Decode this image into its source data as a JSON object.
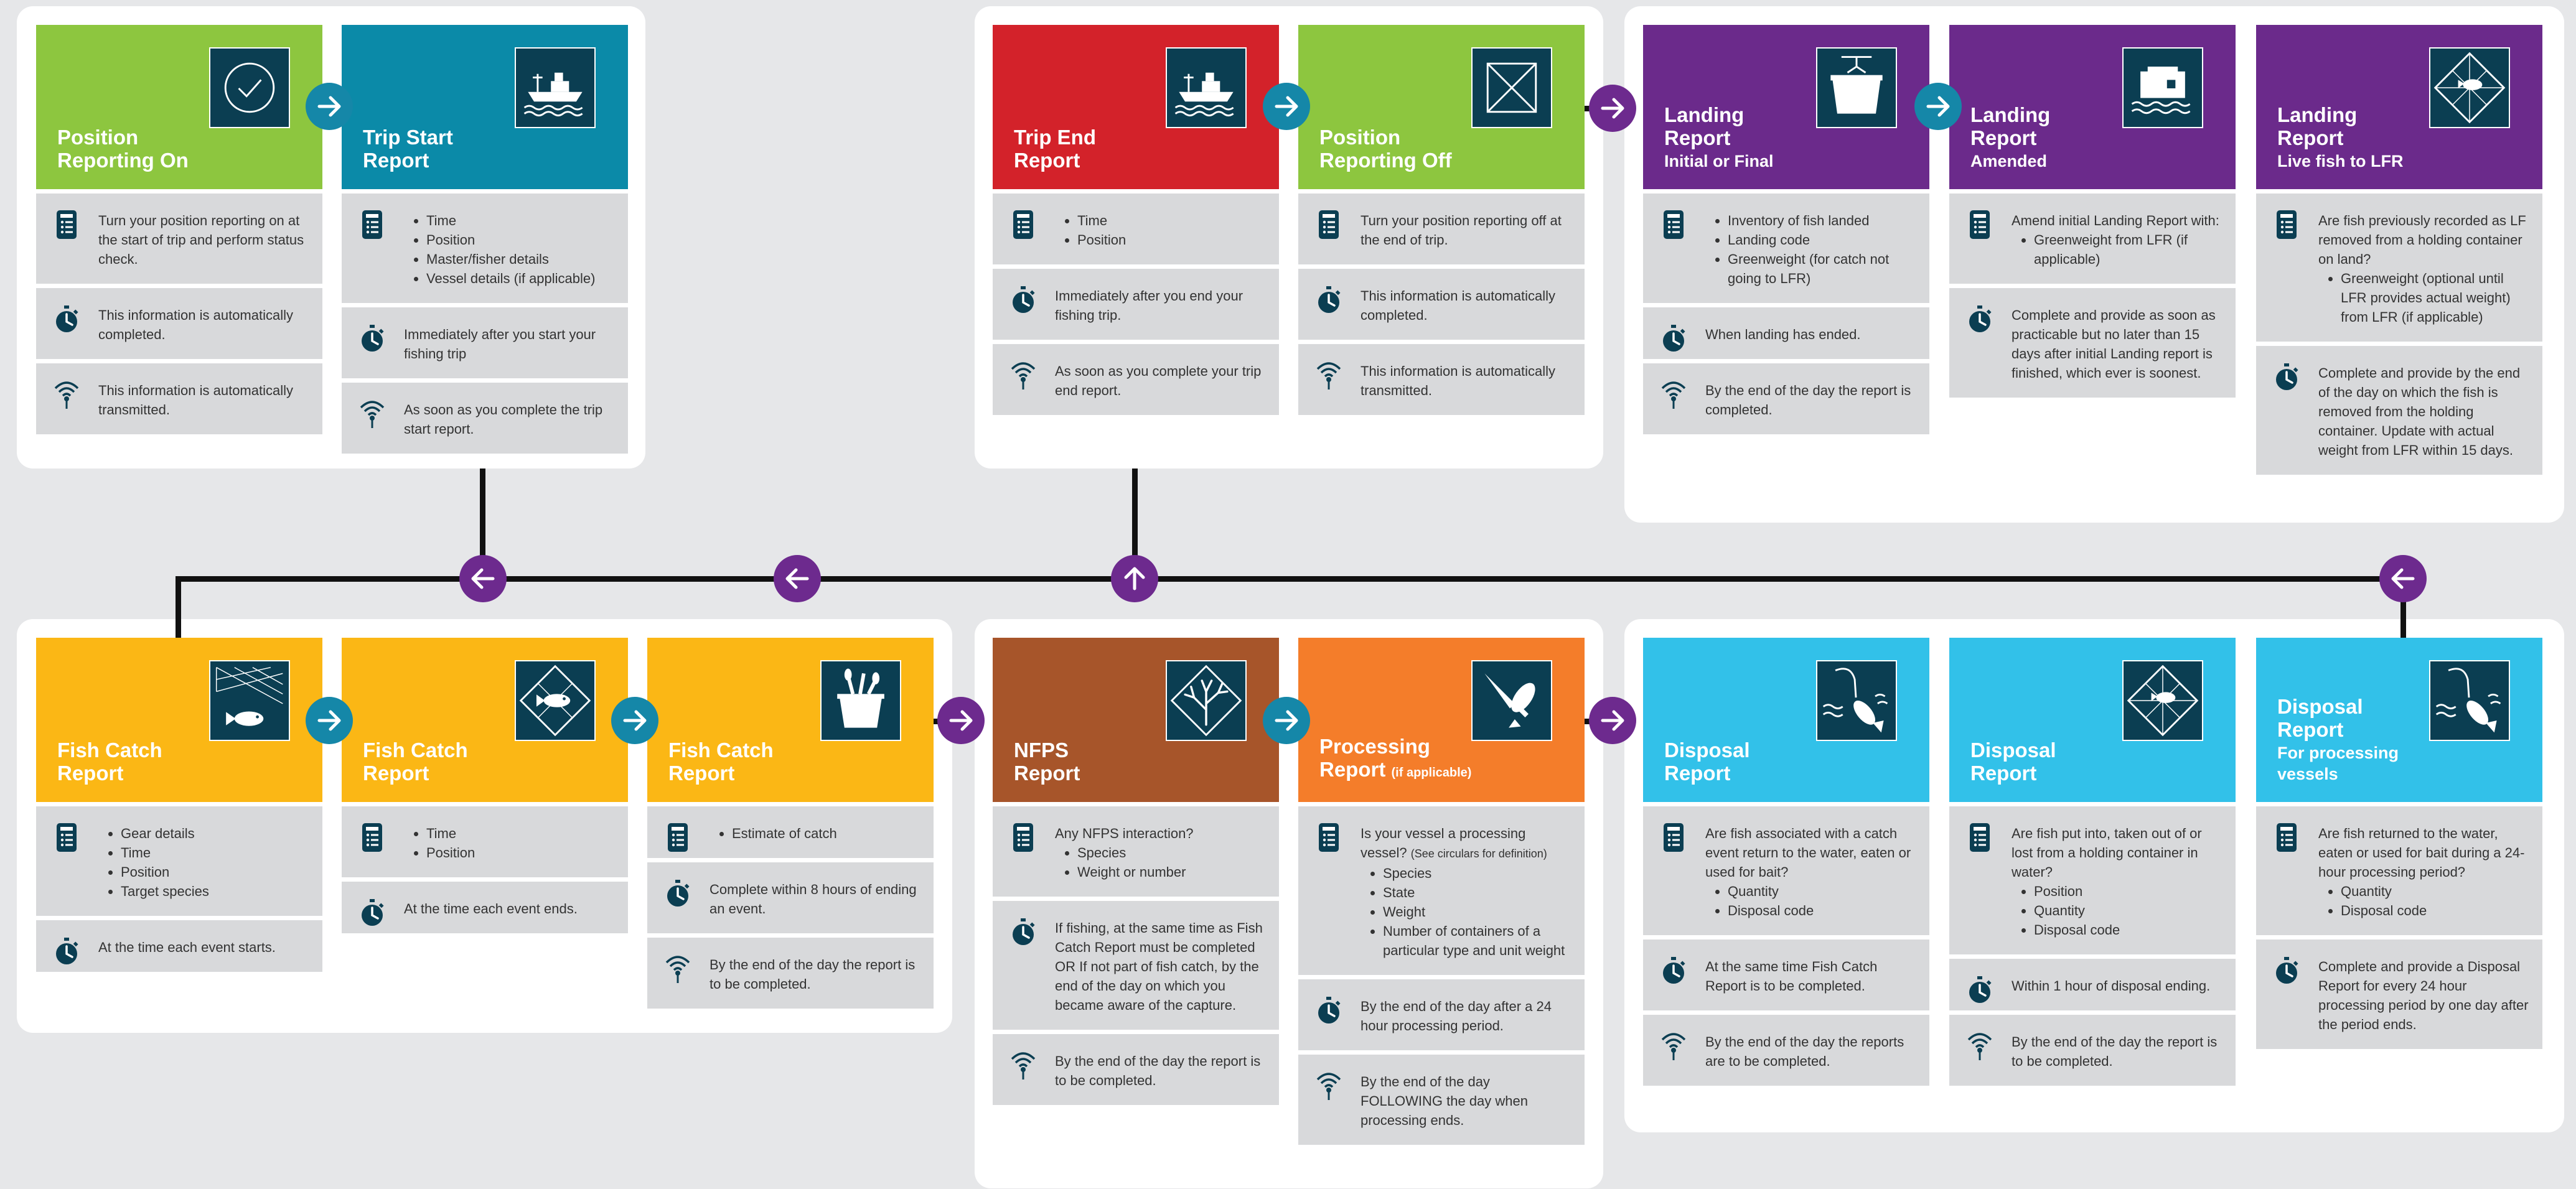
{
  "colors": {
    "green": "#8dc63f",
    "teal": "#0b8aa8",
    "red": "#d3222a",
    "purple": "#6b2a8b",
    "yellow": "#fbb715",
    "brown": "#a7552a",
    "orange": "#f47d2a",
    "cyan": "#32c1e9",
    "navy": "#0b3e52",
    "arrowTeal": "#1587a8",
    "arrowPurple": "#6d2a8e"
  },
  "cards": [
    {
      "id": "position-reporting-on",
      "color": "#8dc63f",
      "title": [
        "Position",
        "Reporting On"
      ],
      "subtitle": "",
      "icon": "checkmark-icon",
      "rows": [
        {
          "icon": "device-icon",
          "text": "Turn your position reporting on at the start of trip and perform status check.",
          "items": []
        },
        {
          "icon": "stopwatch-icon",
          "text": "This information is automatically completed.",
          "items": []
        },
        {
          "icon": "antenna-icon",
          "text": "This information is automatically transmitted.",
          "items": []
        }
      ]
    },
    {
      "id": "trip-start-report",
      "color": "#0b8aa8",
      "title": [
        "Trip Start",
        "Report"
      ],
      "subtitle": "",
      "icon": "boat-icon",
      "rows": [
        {
          "icon": "device-icon",
          "text": "",
          "items": [
            "Time",
            "Position",
            "Master/fisher details",
            "Vessel details (if applicable)"
          ]
        },
        {
          "icon": "stopwatch-icon",
          "text": "Immediately after you start your fishing trip",
          "items": []
        },
        {
          "icon": "antenna-icon",
          "text": "As soon as you complete the trip start report.",
          "items": []
        }
      ]
    },
    {
      "id": "trip-end-report",
      "color": "#d3222a",
      "title": [
        "Trip End",
        "Report"
      ],
      "subtitle": "",
      "icon": "boat-icon",
      "rows": [
        {
          "icon": "device-icon",
          "text": "",
          "items": [
            "Time",
            "Position"
          ]
        },
        {
          "icon": "stopwatch-icon",
          "text": "Immediately after you end your fishing trip.",
          "items": []
        },
        {
          "icon": "antenna-icon",
          "text": "As soon as you complete your trip end report.",
          "items": []
        }
      ]
    },
    {
      "id": "position-reporting-off",
      "color": "#8dc63f",
      "title": [
        "Position",
        "Reporting Off"
      ],
      "subtitle": "",
      "icon": "cross-box-icon",
      "rows": [
        {
          "icon": "device-icon",
          "text": "Turn your position reporting off at the end of trip.",
          "items": []
        },
        {
          "icon": "stopwatch-icon",
          "text": "This information is automatically completed.",
          "items": []
        },
        {
          "icon": "antenna-icon",
          "text": "This information is automatically transmitted.",
          "items": []
        }
      ]
    },
    {
      "id": "landing-report-initial",
      "color": "#6b2a8b",
      "title": [
        "Landing",
        "Report"
      ],
      "subtitle": "Initial or Final",
      "icon": "crane-bin-icon",
      "rows": [
        {
          "icon": "device-icon",
          "text": "",
          "items": [
            "Inventory of fish landed",
            "Landing code",
            "Greenweight (for catch not going to LFR)"
          ]
        },
        {
          "icon": "stopwatch-icon",
          "text": "When landing has ended.",
          "items": []
        },
        {
          "icon": "antenna-icon",
          "text": "By the end of the day the report is completed.",
          "items": []
        }
      ]
    },
    {
      "id": "landing-report-amended",
      "color": "#6b2a8b",
      "title": [
        "Landing",
        "Report"
      ],
      "subtitle": "Amended",
      "icon": "floating-house-icon",
      "rows": [
        {
          "icon": "device-icon",
          "text": "Amend initial Landing Report with:",
          "items": [
            "Greenweight from LFR (if applicable)"
          ]
        },
        {
          "icon": "stopwatch-icon",
          "text": "Complete and provide as soon as practicable but no later than 15 days after initial Landing report is finished, which ever is soonest.",
          "items": []
        }
      ]
    },
    {
      "id": "landing-report-live-fish",
      "color": "#6b2a8b",
      "title": [
        "Landing",
        "Report"
      ],
      "subtitle": "Live fish to LFR",
      "icon": "net-pot-icon",
      "rows": [
        {
          "icon": "device-icon",
          "text": "Are fish previously recorded as LF removed from a holding container on land?",
          "items": [
            "Greenweight (optional until LFR provides actual weight) from LFR (if applicable)"
          ]
        },
        {
          "icon": "stopwatch-icon",
          "text": "Complete and provide by the end of the day on which the fish is removed from the holding container. Update with actual weight from LFR within 15 days.",
          "items": []
        }
      ]
    },
    {
      "id": "fish-catch-report-1",
      "color": "#fbb715",
      "title": [
        "Fish Catch",
        "Report"
      ],
      "subtitle": "",
      "icon": "net-fish-icon",
      "rows": [
        {
          "icon": "device-icon",
          "text": "",
          "items": [
            "Gear details",
            "Time",
            "Position",
            "Target species"
          ]
        },
        {
          "icon": "stopwatch-icon",
          "text": "At the time each event starts.",
          "items": []
        }
      ]
    },
    {
      "id": "fish-catch-report-2",
      "color": "#fbb715",
      "title": [
        "Fish Catch",
        "Report"
      ],
      "subtitle": "",
      "icon": "fish-diamond-icon",
      "rows": [
        {
          "icon": "device-icon",
          "text": "",
          "items": [
            "Time",
            "Position"
          ]
        },
        {
          "icon": "stopwatch-icon",
          "text": "At the time each event ends.",
          "items": []
        }
      ]
    },
    {
      "id": "fish-catch-report-3",
      "color": "#fbb715",
      "title": [
        "Fish Catch",
        "Report"
      ],
      "subtitle": "",
      "icon": "bucket-icon",
      "rows": [
        {
          "icon": "device-icon",
          "text": "",
          "items": [
            "Estimate of catch"
          ]
        },
        {
          "icon": "stopwatch-icon",
          "text": "Complete within 8 hours of ending an event.",
          "items": []
        },
        {
          "icon": "antenna-icon",
          "text": "By the end of the day the report is to be completed.",
          "items": []
        }
      ]
    },
    {
      "id": "nfps-report",
      "color": "#a7552a",
      "title": [
        "NFPS",
        "Report"
      ],
      "subtitle": "",
      "icon": "coral-icon",
      "rows": [
        {
          "icon": "device-icon",
          "text": "Any NFPS interaction?",
          "items": [
            "Species",
            "Weight or number"
          ]
        },
        {
          "icon": "stopwatch-icon",
          "text": "If fishing, at the same time as Fish Catch Report must be completed OR If not part of fish catch, by the end of the day on which you became aware of the capture.",
          "items": []
        },
        {
          "icon": "antenna-icon",
          "text": "By the end of the day the report is to be completed.",
          "items": []
        }
      ]
    },
    {
      "id": "processing-report",
      "color": "#f47d2a",
      "title": [
        "Processing",
        "Report"
      ],
      "titleSmall": "(if applicable)",
      "subtitle": "",
      "icon": "knife-fish-icon",
      "rows": [
        {
          "icon": "device-icon",
          "text": "Is your vessel a processing vessel?",
          "textSmall": "(See circulars for definition)",
          "items": [
            "Species",
            "State",
            "Weight",
            "Number of containers of a particular type and unit weight"
          ]
        },
        {
          "icon": "stopwatch-icon",
          "text": "By the end of the day after a 24 hour processing period.",
          "items": []
        },
        {
          "icon": "antenna-icon",
          "text": "By the end of the day FOLLOWING the day when processing ends.",
          "items": []
        }
      ]
    },
    {
      "id": "disposal-report-1",
      "color": "#32c1e9",
      "title": [
        "Disposal",
        "Report"
      ],
      "subtitle": "",
      "icon": "hook-fish-icon",
      "rows": [
        {
          "icon": "device-icon",
          "text": "Are fish associated with a catch event return to the water, eaten or used for bait?",
          "items": [
            "Quantity",
            "Disposal code"
          ]
        },
        {
          "icon": "stopwatch-icon",
          "text": "At the same time Fish Catch Report is to be completed.",
          "items": []
        },
        {
          "icon": "antenna-icon",
          "text": "By the end of the day the reports are to be completed.",
          "items": []
        }
      ]
    },
    {
      "id": "disposal-report-2",
      "color": "#32c1e9",
      "title": [
        "Disposal",
        "Report"
      ],
      "subtitle": "",
      "icon": "net-pot-icon",
      "rows": [
        {
          "icon": "device-icon",
          "text": "Are fish put into, taken out of or lost from a holding container in water?",
          "items": [
            "Position",
            "Quantity",
            "Disposal code"
          ]
        },
        {
          "icon": "stopwatch-icon",
          "text": "Within 1 hour of disposal ending.",
          "items": []
        },
        {
          "icon": "antenna-icon",
          "text": "By the end of the day the report is to be completed.",
          "items": []
        }
      ]
    },
    {
      "id": "disposal-report-processing",
      "color": "#32c1e9",
      "title": [
        "Disposal",
        "Report"
      ],
      "subtitle": "For processing vessels",
      "icon": "hook-fish-icon",
      "rows": [
        {
          "icon": "device-icon",
          "text": "Are fish returned to the water, eaten or used for bait during a 24-hour processing period?",
          "items": [
            "Quantity",
            "Disposal code"
          ]
        },
        {
          "icon": "stopwatch-icon",
          "text": "Complete and provide a Disposal Report for every 24 hour processing period by one day after the period ends.",
          "items": []
        }
      ]
    }
  ],
  "arrows": [
    {
      "id": "arrow-on-to-start",
      "color": "#1587a8",
      "dir": "right"
    },
    {
      "id": "arrow-end-to-off",
      "color": "#1587a8",
      "dir": "right"
    },
    {
      "id": "arrow-off-to-landing",
      "color": "#6d2a8e",
      "dir": "right"
    },
    {
      "id": "arrow-landing-to-amended",
      "color": "#1587a8",
      "dir": "right"
    },
    {
      "id": "arrow-catch1-to-catch2",
      "color": "#1587a8",
      "dir": "right"
    },
    {
      "id": "arrow-catch2-to-catch3",
      "color": "#1587a8",
      "dir": "right"
    },
    {
      "id": "arrow-catch3-to-nfps",
      "color": "#6d2a8e",
      "dir": "right"
    },
    {
      "id": "arrow-nfps-to-processing",
      "color": "#1587a8",
      "dir": "right"
    },
    {
      "id": "arrow-processing-to-disposal",
      "color": "#6d2a8e",
      "dir": "right"
    },
    {
      "id": "arrow-bus-left-1",
      "color": "#6d2a8e",
      "dir": "left"
    },
    {
      "id": "arrow-bus-left-2",
      "color": "#6d2a8e",
      "dir": "left"
    },
    {
      "id": "arrow-bus-up",
      "color": "#6d2a8e",
      "dir": "up"
    },
    {
      "id": "arrow-bus-left-3",
      "color": "#6d2a8e",
      "dir": "left"
    }
  ]
}
